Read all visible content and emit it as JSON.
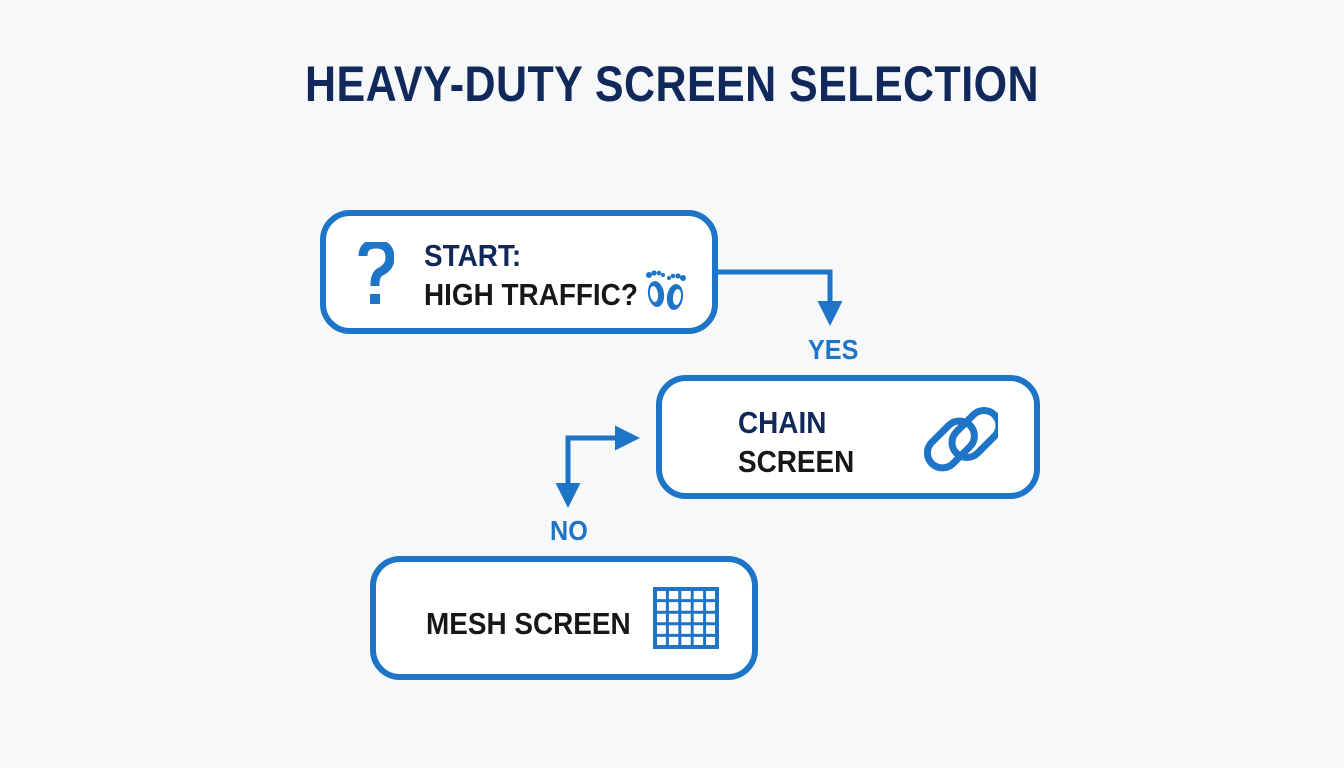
{
  "title": "HEAVY-DUTY SCREEN SELECTION",
  "colors": {
    "title": "#10295a",
    "accent": "#1e74c6",
    "label_dark": "#10295a",
    "text": "#171717",
    "background": "#f7f8f9"
  },
  "nodes": {
    "start": {
      "line1": "START:",
      "line2": "HIGH TRAFFIC?",
      "icon": "question-mark-icon",
      "icon2": "footprints-icon"
    },
    "chain": {
      "line1": "CHAIN",
      "line2": "SCREEN",
      "icon": "chain-link-icon"
    },
    "mesh": {
      "label": "MESH SCREEN",
      "icon": "mesh-grid-icon"
    }
  },
  "edges": {
    "yes_label": "YES",
    "no_label": "NO"
  }
}
